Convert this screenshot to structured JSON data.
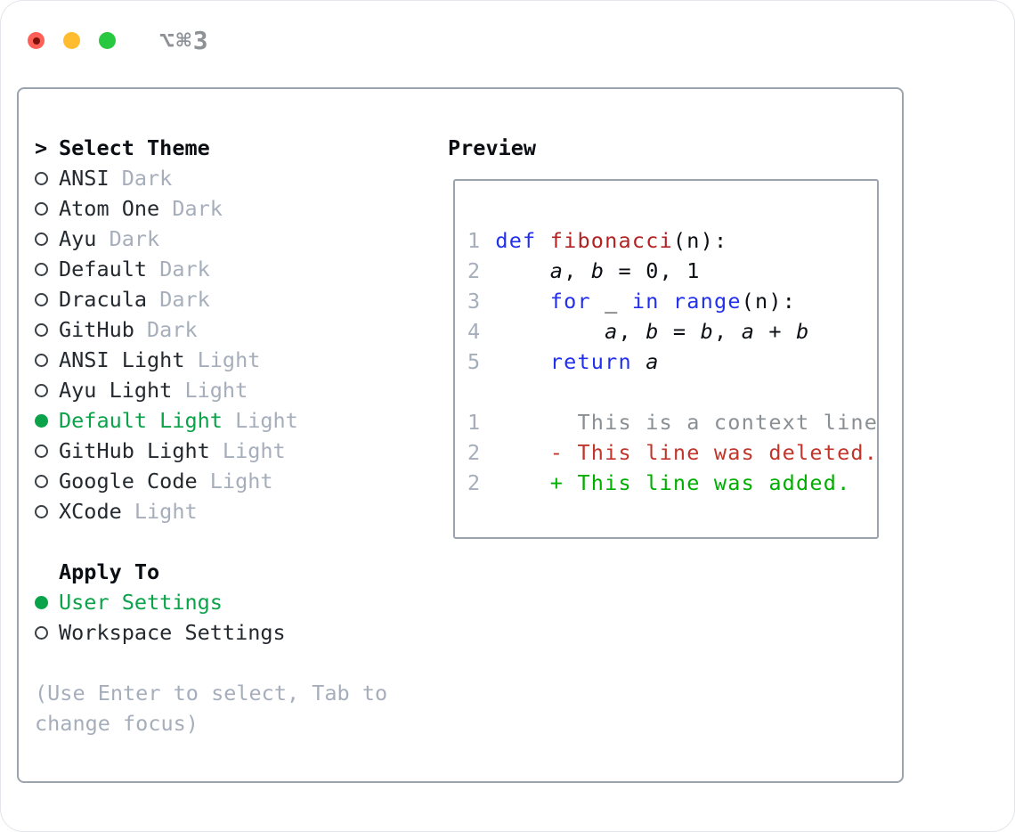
{
  "titlebar": {
    "title": "⌥⌘3",
    "buttons": [
      "close",
      "minimize",
      "zoom"
    ]
  },
  "sidebar": {
    "header": {
      "prefix": ">",
      "label": "Select Theme"
    },
    "themes": [
      {
        "name": "ANSI",
        "variant": "Dark",
        "selected": false
      },
      {
        "name": "Atom One",
        "variant": "Dark",
        "selected": false
      },
      {
        "name": "Ayu",
        "variant": "Dark",
        "selected": false
      },
      {
        "name": "Default",
        "variant": "Dark",
        "selected": false
      },
      {
        "name": "Dracula",
        "variant": "Dark",
        "selected": false
      },
      {
        "name": "GitHub",
        "variant": "Dark",
        "selected": false
      },
      {
        "name": "ANSI Light",
        "variant": "Light",
        "selected": false
      },
      {
        "name": "Ayu Light",
        "variant": "Light",
        "selected": false
      },
      {
        "name": "Default Light",
        "variant": "Light",
        "selected": true
      },
      {
        "name": "GitHub Light",
        "variant": "Light",
        "selected": false
      },
      {
        "name": "Google Code",
        "variant": "Light",
        "selected": false
      },
      {
        "name": "XCode",
        "variant": "Light",
        "selected": false
      }
    ],
    "apply_to": {
      "label": "Apply To",
      "options": [
        {
          "name": "User Settings",
          "variant": "",
          "selected": true
        },
        {
          "name": "Workspace Settings",
          "variant": "",
          "selected": false
        }
      ]
    },
    "hint_lines": [
      "(Use Enter to select, Tab to",
      "change focus)"
    ]
  },
  "preview": {
    "header": "Preview",
    "lines": [
      {
        "num": "1",
        "tokens": [
          {
            "text": "def",
            "style": "keyword"
          },
          {
            "text": " ",
            "style": "plain"
          },
          {
            "text": "fibonacci",
            "style": "function"
          },
          {
            "text": "(n):",
            "style": "plain"
          }
        ]
      },
      {
        "num": "2",
        "tokens": [
          {
            "text": "    ",
            "style": "plain"
          },
          {
            "text": "a",
            "style": "variable"
          },
          {
            "text": ", ",
            "style": "plain"
          },
          {
            "text": "b",
            "style": "variable"
          },
          {
            "text": " = 0, 1",
            "style": "plain"
          }
        ]
      },
      {
        "num": "3",
        "tokens": [
          {
            "text": "    ",
            "style": "plain"
          },
          {
            "text": "for",
            "style": "keyword"
          },
          {
            "text": " _ ",
            "style": "plain"
          },
          {
            "text": "in",
            "style": "keyword"
          },
          {
            "text": " ",
            "style": "plain"
          },
          {
            "text": "range",
            "style": "keyword"
          },
          {
            "text": "(n):",
            "style": "plain"
          }
        ]
      },
      {
        "num": "4",
        "tokens": [
          {
            "text": "        ",
            "style": "plain"
          },
          {
            "text": "a",
            "style": "variable"
          },
          {
            "text": ", ",
            "style": "plain"
          },
          {
            "text": "b",
            "style": "variable"
          },
          {
            "text": " = ",
            "style": "plain"
          },
          {
            "text": "b",
            "style": "variable"
          },
          {
            "text": ", ",
            "style": "plain"
          },
          {
            "text": "a",
            "style": "variable"
          },
          {
            "text": " + ",
            "style": "plain"
          },
          {
            "text": "b",
            "style": "variable"
          }
        ]
      },
      {
        "num": "5",
        "tokens": [
          {
            "text": "    ",
            "style": "plain"
          },
          {
            "text": "return",
            "style": "keyword"
          },
          {
            "text": " ",
            "style": "plain"
          },
          {
            "text": "a",
            "style": "variable"
          }
        ]
      },
      {
        "num": "",
        "tokens": []
      },
      {
        "num": "1",
        "tokens": [
          {
            "text": "      This is a context line.",
            "style": "context"
          }
        ]
      },
      {
        "num": "2",
        "tokens": [
          {
            "text": "    - This line was deleted.",
            "style": "deleted"
          }
        ]
      },
      {
        "num": "2",
        "tokens": [
          {
            "text": "    + This line was added.",
            "style": "added"
          }
        ]
      }
    ]
  },
  "colors": {
    "window_bg": "#ffffff",
    "border": "#9aa3ae",
    "text": "#24292f",
    "text_bold": "#0b0e13",
    "muted": "#a6aebb",
    "green": "#0aa34a",
    "diff_add": "#00ae00",
    "diff_del": "#c1352b",
    "keyword": "#2230ee",
    "function": "#b22222",
    "context": "#8a8f94",
    "titlebar_text": "#8e9297",
    "light_red": "#ff5f57",
    "light_red_dot": "#7e120b",
    "light_yellow": "#febc2e",
    "light_green": "#28c840"
  }
}
